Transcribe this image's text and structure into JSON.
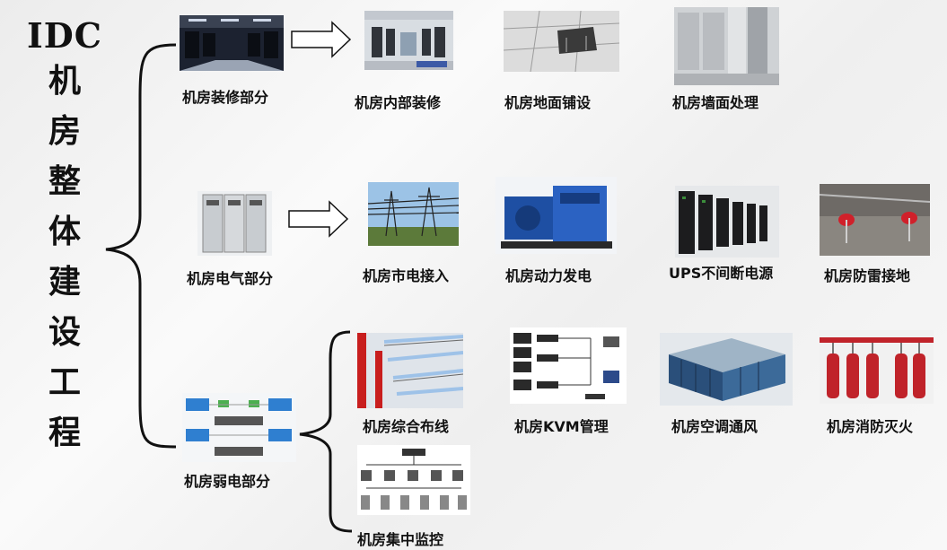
{
  "title": {
    "prefix": "IDC",
    "chars": [
      "机",
      "房",
      "整",
      "体",
      "建",
      "设",
      "工",
      "程"
    ]
  },
  "sections": {
    "decoration": {
      "label": "机房装修部分",
      "items": [
        "机房内部装修",
        "机房地面铺设",
        "机房墙面处理"
      ]
    },
    "electrical": {
      "label": "机房电气部分",
      "items": [
        "机房市电接入",
        "机房动力发电",
        "UPS不间断电源",
        "机房防雷接地"
      ]
    },
    "weak_current": {
      "label": "机房弱电部分",
      "items": [
        "机房综合布线",
        "机房KVM管理",
        "机房空调通风",
        "机房消防灭火",
        "机房集中监控"
      ]
    }
  }
}
